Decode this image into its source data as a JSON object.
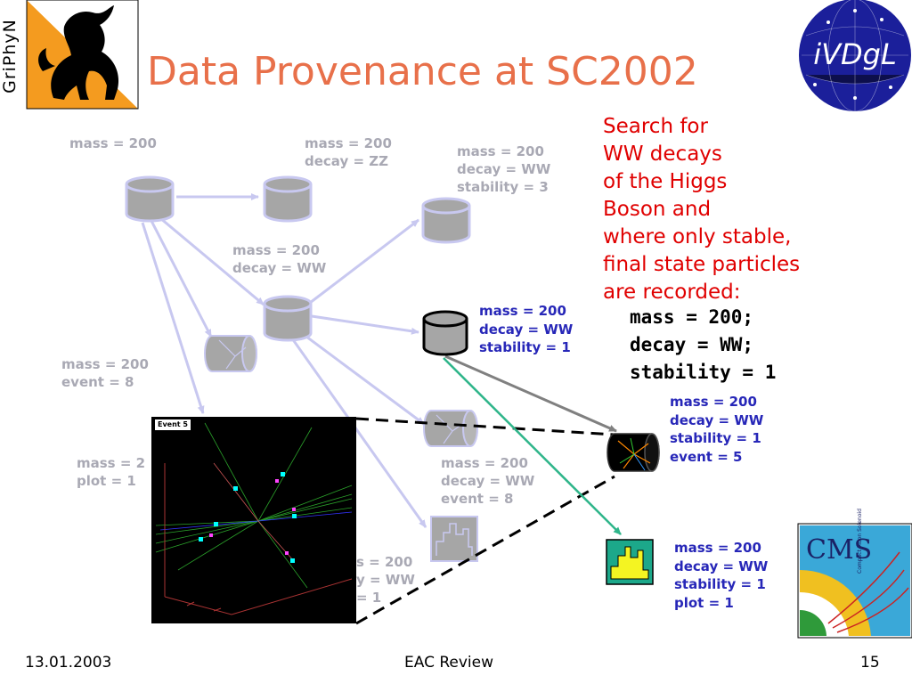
{
  "title": "Data Provenance at SC2002",
  "logos": {
    "left_text": "GriPhyN",
    "right_text": "iVDgL",
    "cms_text": "CMS",
    "cms_small": "Compact Muon Solenoid"
  },
  "query": {
    "text": "Search for\nWW decays\nof the Higgs\nBoson and\nwhere only stable,\nfinal state particles\nare recorded:",
    "code": "mass = 200;\ndecay = WW;\nstability = 1"
  },
  "labels": {
    "l1": "mass = 200",
    "l2": "mass = 200\ndecay = ZZ",
    "l3": "mass = 200\ndecay = WW\nstability = 3",
    "l4": "mass = 200\ndecay = WW",
    "l5": "mass = 200\nevent = 8",
    "l6": "mass = 2\nplot = 1",
    "l7": "mass = 200\ndecay = WW\nevent = 8",
    "l8": "s = 200\ny = WW\n= 1",
    "b1": "mass = 200\ndecay = WW\nstability = 1",
    "b2": "mass = 200\ndecay = WW\nstability = 1\nevent = 5",
    "b3": "mass = 200\ndecay = WW\nstability = 1\nplot = 1"
  },
  "event_label": "Event 5",
  "footer": {
    "date": "13.01.2003",
    "center": "EAC Review",
    "page": "15"
  },
  "colors": {
    "title": "#e8704a",
    "query": "#e00000",
    "label_gray": "#a9a9b4",
    "label_blue": "#2727b8",
    "arrow_faded": "#c8c8f0",
    "arrow_gray": "#808080",
    "arrow_green": "#2fb58a"
  }
}
